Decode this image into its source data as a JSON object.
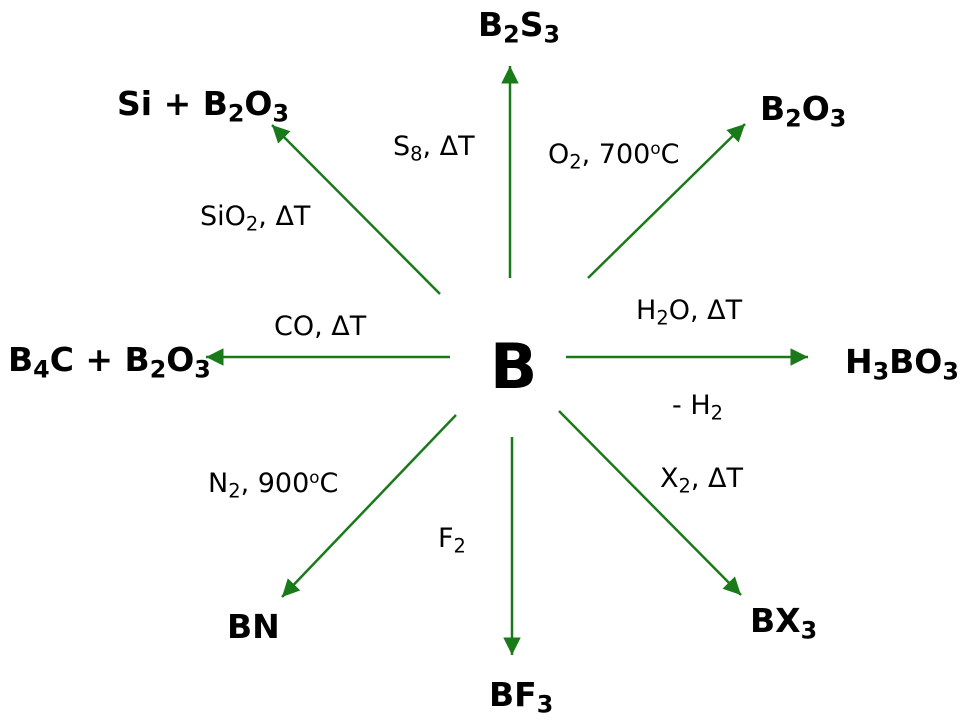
{
  "center": {
    "label": "B"
  },
  "arrow_color": "#1a7a1a",
  "reactions": {
    "up": {
      "product": [
        [
          "B"
        ],
        [
          "2",
          "sub"
        ],
        [
          "S"
        ],
        [
          "3",
          "sub"
        ]
      ],
      "conditions": [
        [
          "S"
        ],
        [
          "8",
          "sub"
        ],
        [
          ", ΔT"
        ]
      ]
    },
    "upright": {
      "product": [
        [
          "B"
        ],
        [
          "2",
          "sub"
        ],
        [
          "O"
        ],
        [
          "3",
          "sub"
        ]
      ],
      "conditions": [
        [
          "O"
        ],
        [
          "2",
          "sub"
        ],
        [
          ", 700"
        ],
        [
          "o",
          "sup"
        ],
        [
          "C"
        ]
      ]
    },
    "right": {
      "product": [
        [
          "H"
        ],
        [
          "3",
          "sub"
        ],
        [
          "BO"
        ],
        [
          "3",
          "sub"
        ]
      ],
      "conditions": [
        [
          "H"
        ],
        [
          "2",
          "sub"
        ],
        [
          "O,  ΔT"
        ]
      ],
      "byproduct": [
        [
          "- H"
        ],
        [
          "2",
          "sub"
        ]
      ]
    },
    "downright": {
      "product": [
        [
          "BX"
        ],
        [
          "3",
          "sub"
        ]
      ],
      "conditions": [
        [
          "X"
        ],
        [
          "2",
          "sub"
        ],
        [
          ", ΔT"
        ]
      ]
    },
    "down": {
      "product": [
        [
          "BF"
        ],
        [
          "3",
          "sub"
        ]
      ],
      "conditions": [
        [
          "F"
        ],
        [
          "2",
          "sub"
        ]
      ]
    },
    "downleft": {
      "product": [
        [
          "BN"
        ]
      ],
      "conditions": [
        [
          "N"
        ],
        [
          "2",
          "sub"
        ],
        [
          ", 900"
        ],
        [
          "o",
          "sup"
        ],
        [
          "C"
        ]
      ]
    },
    "left": {
      "product": [
        [
          "B"
        ],
        [
          "4",
          "sub"
        ],
        [
          "C + B"
        ],
        [
          "2",
          "sub"
        ],
        [
          "O"
        ],
        [
          "3",
          "sub"
        ]
      ],
      "conditions": [
        [
          "CO, ΔT"
        ]
      ]
    },
    "upleft": {
      "product": [
        [
          "Si + B"
        ],
        [
          "2",
          "sub"
        ],
        [
          "O"
        ],
        [
          "3",
          "sub"
        ]
      ],
      "conditions": [
        [
          "SiO"
        ],
        [
          "2",
          "sub"
        ],
        [
          ", ΔT"
        ]
      ]
    }
  }
}
